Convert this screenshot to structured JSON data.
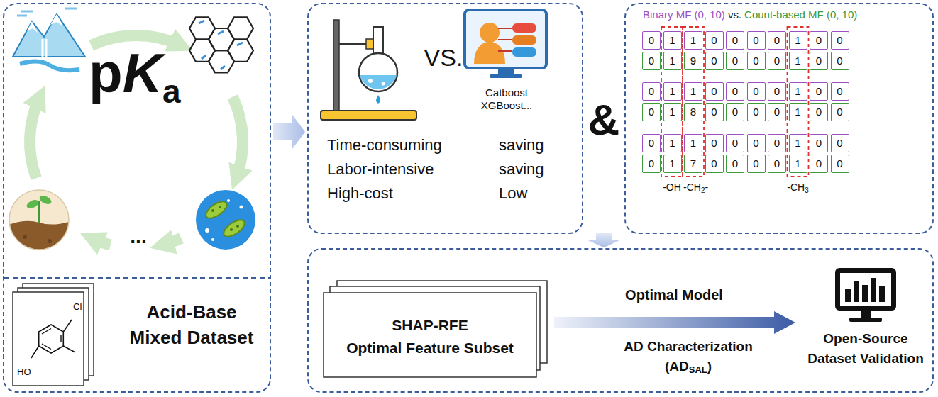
{
  "diagram": {
    "nodes": [
      {
        "text": [
          "p",
          "K",
          "a",
          "...",
          "Cl",
          "HO",
          "Acid-Base Mixed Dataset"
        ]
      },
      {
        "text": [
          "VS.",
          "Catboost XGBoost...",
          "Time-consuming Labor-intensive High-cost",
          "saving saving Low"
        ]
      },
      {
        "text": [
          "Binary MF (0, 10)",
          "vs.",
          "Count-based MF (0, 10)",
          "0",
          "1",
          "1",
          "0",
          "0",
          "0",
          "0",
          "1",
          "0",
          "0",
          "0",
          "1",
          "9",
          "0",
          "0",
          "0",
          "0",
          "1",
          "0",
          "0",
          "0",
          "1",
          "1",
          "0",
          "0",
          "0",
          "0",
          "1",
          "0",
          "0",
          "0",
          "1",
          "8",
          "0",
          "0",
          "0",
          "0",
          "1",
          "0",
          "0",
          "0",
          "1",
          "1",
          "0",
          "0",
          "0",
          "0",
          "1",
          "0",
          "0",
          "0",
          "1",
          "7",
          "0",
          "0",
          "0",
          "0",
          "1",
          "0",
          "0",
          "-OH",
          "-CH",
          "2",
          "-",
          "-CH",
          "3"
        ]
      },
      {
        "text": [
          "AD Characterization",
          "(AD",
          "SAL",
          ")"
        ]
      },
      {
        "text": [
          "SHAP-RFE",
          "Optimal Feature Subset"
        ],
        "in": 3
      },
      {
        "text": [
          "Open-Source Dataset Validation"
        ],
        "in": 3
      }
    ],
    "edges": [
      {
        "from": 0,
        "to": 1,
        "arrow": "to"
      },
      {
        "from": 1,
        "to": 3,
        "arrow": "to"
      },
      {
        "from": 2,
        "to": 3,
        "arrow": "to"
      },
      {
        "from": 4,
        "to": 5,
        "label": "Optimal Model",
        "arrow": "to"
      }
    ],
    "labels": [
      "&"
    ]
  }
}
